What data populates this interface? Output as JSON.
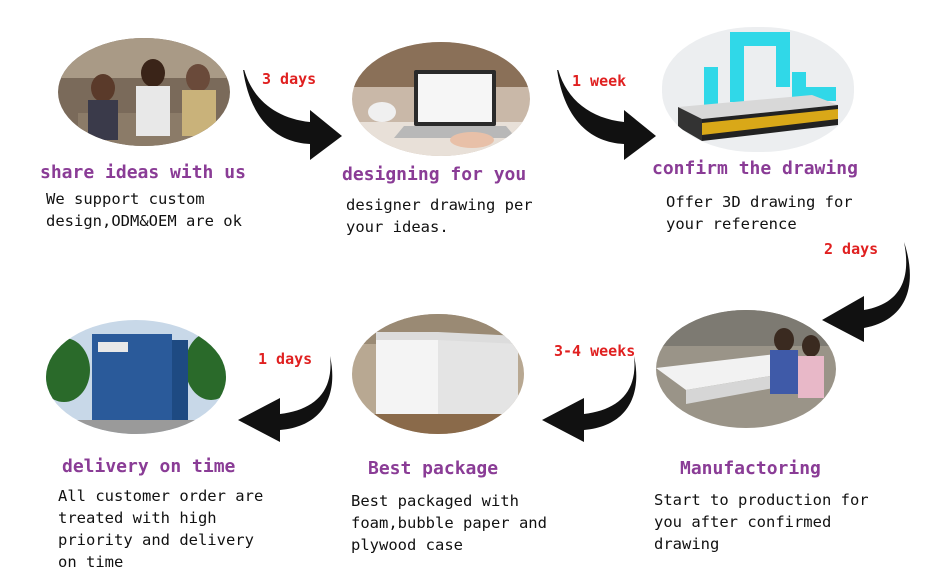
{
  "colors": {
    "title": "#8a3c96",
    "duration": "#e02020",
    "text": "#111111",
    "arrow": "#111111"
  },
  "steps": [
    {
      "title": "share ideas with us",
      "desc": [
        "We support custom",
        "design,ODM&OEM are ok"
      ]
    },
    {
      "title": "designing for you",
      "desc": [
        "designer drawing per",
        "your ideas."
      ]
    },
    {
      "title": "confirm the drawing",
      "desc": [
        "Offer 3D drawing for",
        "your reference"
      ]
    },
    {
      "title": "Manufactoring",
      "desc": [
        "Start to production for",
        "you after confirmed",
        "drawing"
      ]
    },
    {
      "title": "Best package",
      "desc": [
        "Best packaged with",
        "foam,bubble paper and",
        "plywood case"
      ]
    },
    {
      "title": "delivery on time",
      "desc": [
        "All customer order are",
        "treated with high",
        "priority and delivery",
        "on time"
      ]
    }
  ],
  "durations": [
    "3 days",
    "1 week",
    "2 days",
    "3-4 weeks",
    "1 days"
  ],
  "icons": [
    "curved-arrow-right-icon",
    "curved-arrow-down-icon",
    "curved-arrow-left-icon"
  ]
}
